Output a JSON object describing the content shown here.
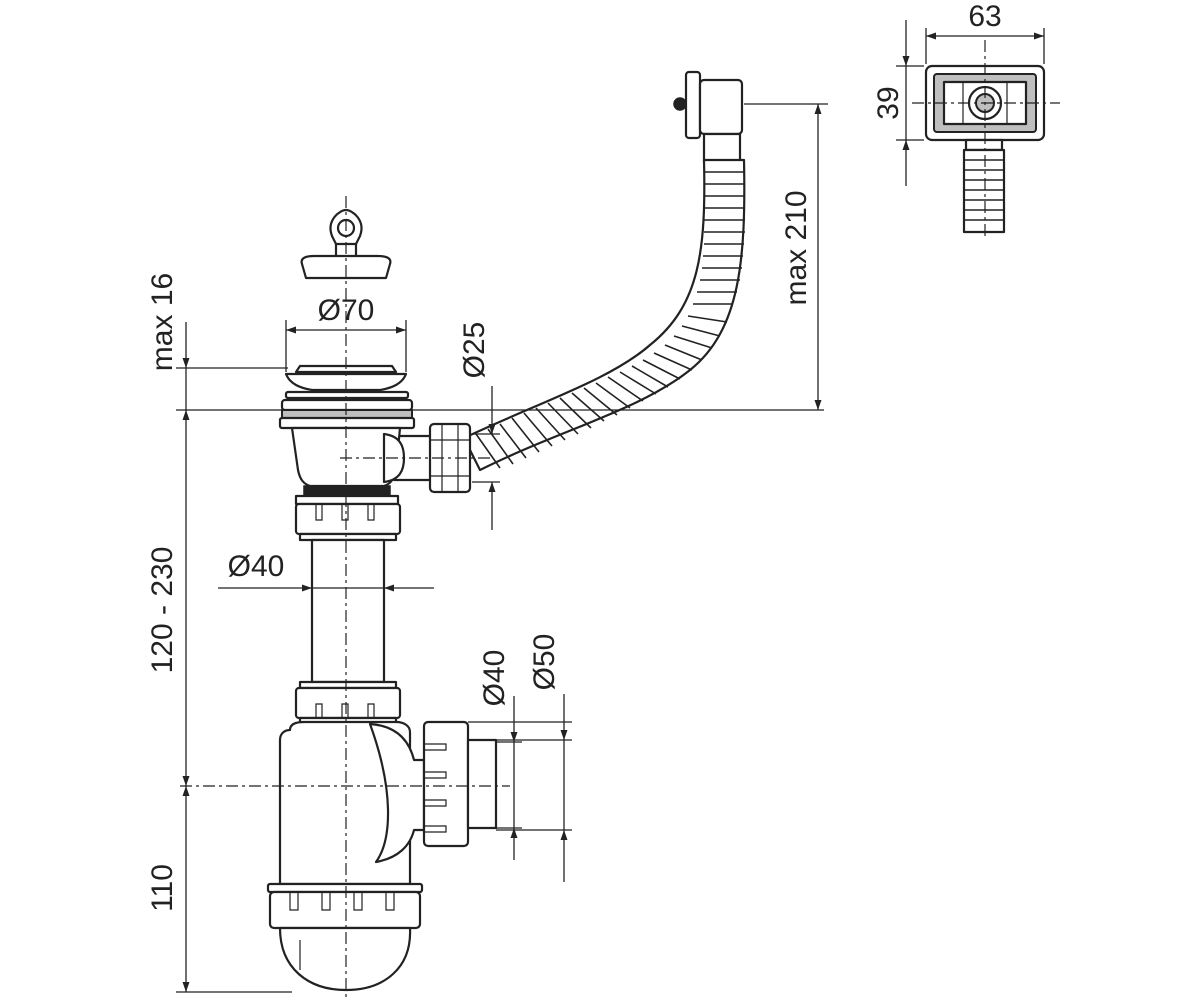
{
  "dimensions": {
    "overflow_width": "63",
    "overflow_height": "39",
    "hose_height": "max 210",
    "plug_height": "max 16",
    "strainer_diameter": "Ø70",
    "hose_diameter": "Ø25",
    "pipe_diameter": "Ø40",
    "adjust_range": "120 - 230",
    "outlet_diameter_inner": "Ø40",
    "outlet_diameter_outer": "Ø50",
    "trap_height": "110"
  }
}
